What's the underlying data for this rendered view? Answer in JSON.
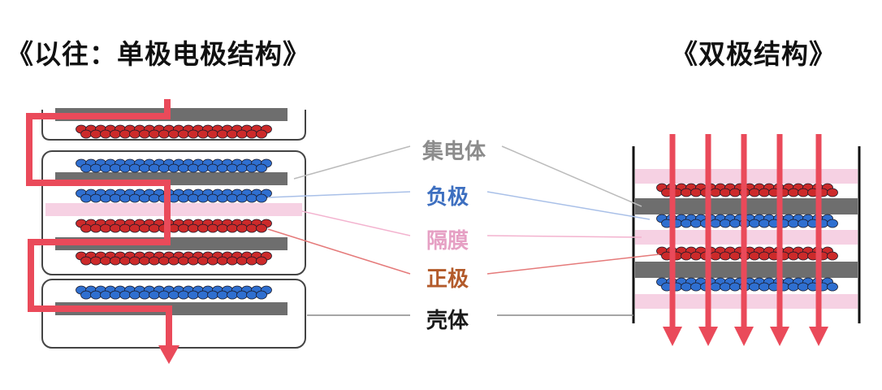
{
  "titles": {
    "left": "《以往：单极电极结构》",
    "right": "《双极结构》"
  },
  "labels": [
    {
      "key": "collector",
      "text": "集电体",
      "color": "#8c8c8c"
    },
    {
      "key": "negative",
      "text": "负极",
      "color": "#3d6fc0"
    },
    {
      "key": "separator",
      "text": "隔膜",
      "color": "#e6a0c4"
    },
    {
      "key": "positive",
      "text": "正极",
      "color": "#b35a2a"
    },
    {
      "key": "case",
      "text": "壳体",
      "color": "#1a1a1a"
    }
  ],
  "colors": {
    "collector": "#6e6e6e",
    "negative": "#2f6fd0",
    "positive": "#cc2a2a",
    "separator": "#f4c6dc",
    "current_arrow": "#ea4a5a",
    "case_outline": "#444444"
  }
}
